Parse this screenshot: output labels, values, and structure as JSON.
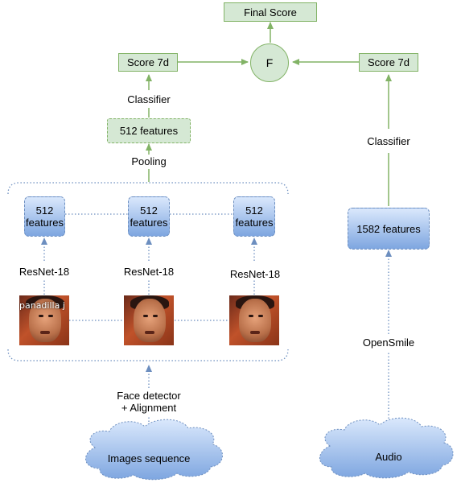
{
  "fusion": {
    "final_score": "Final Score",
    "fusion_node": "F"
  },
  "visual_branch": {
    "score": "Score 7d",
    "classifier": "Classifier",
    "pooled_features": "512 features",
    "pooling": "Pooling",
    "frame_features": [
      {
        "line1": "512",
        "line2": "features"
      },
      {
        "line1": "512",
        "line2": "features"
      },
      {
        "line1": "512",
        "line2": "features"
      }
    ],
    "backbones": [
      "ResNet-18",
      "ResNet-18",
      "ResNet-18"
    ],
    "frames": [
      {
        "caption": "panadilla j"
      },
      {
        "caption": ""
      },
      {
        "caption": ""
      }
    ],
    "face_detector_line1": "Face detector",
    "face_detector_line2": "+ Alignment",
    "input": "Images sequence"
  },
  "audio_branch": {
    "score": "Score 7d",
    "classifier": "Classifier",
    "features": "1582 features",
    "extractor": "OpenSmile",
    "input": "Audio"
  },
  "colors": {
    "green_fill": "#d5e8d4",
    "green_stroke": "#82b366",
    "blue_stroke": "#6c8ebf",
    "blue_fill_top": "#dae8fc",
    "blue_fill_bottom": "#7ea6e0"
  }
}
